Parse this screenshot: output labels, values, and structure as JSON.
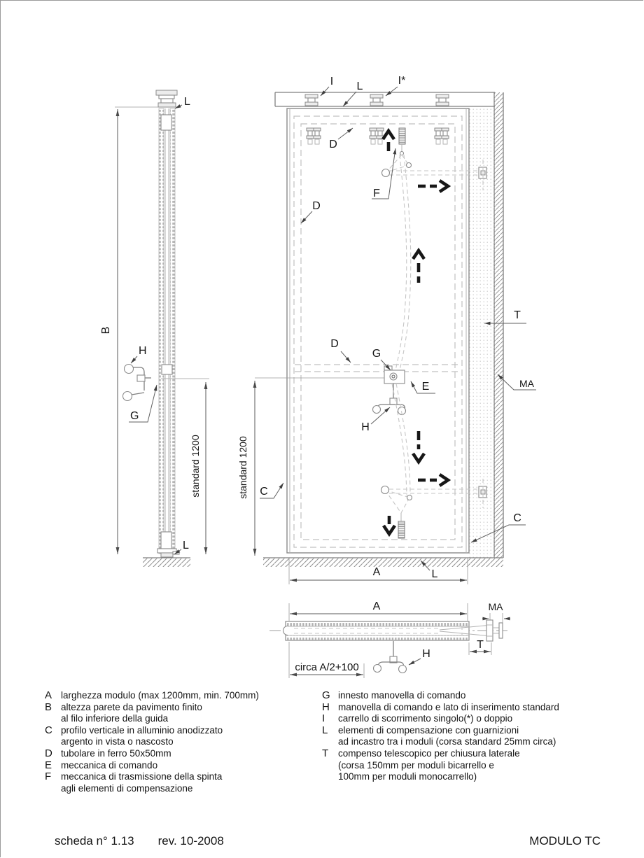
{
  "colors": {
    "paper": "#ffffff",
    "ink": "#141414",
    "line_gray": "#8a8a8a",
    "dash_gray": "#c0c0c0"
  },
  "callouts": {
    "side": {
      "l_top": "L",
      "b": "B",
      "h": "H",
      "g": "G",
      "std": "standard 1200",
      "l_bottom": "L"
    },
    "front": {
      "i": "I",
      "l_top": "L",
      "i_star": "I*",
      "d_top": "D",
      "d_left": "D",
      "f": "F",
      "d_mid": "D",
      "g": "G",
      "e": "E",
      "h": "H",
      "t": "T",
      "ma": "MA",
      "c_left": "C",
      "c_right": "C",
      "std": "standard 1200",
      "a": "A",
      "l_bottom": "L"
    },
    "plan": {
      "a": "A",
      "ma": "MA",
      "t": "T",
      "h": "H",
      "half": "circa A/2+100"
    }
  },
  "legend": {
    "left": [
      {
        "key": "A",
        "lines": [
          "larghezza modulo (max 1200mm, min. 700mm)"
        ]
      },
      {
        "key": "B",
        "lines": [
          "altezza parete da pavimento finito",
          "al filo inferiore della guida"
        ]
      },
      {
        "key": "C",
        "lines": [
          "profilo verticale in alluminio anodizzato",
          "argento in vista o nascosto"
        ]
      },
      {
        "key": "D",
        "lines": [
          "tubolare in ferro 50x50mm"
        ]
      },
      {
        "key": "E",
        "lines": [
          "meccanica di comando"
        ]
      },
      {
        "key": "F",
        "lines": [
          "meccanica di trasmissione della spinta",
          "agli elementi di compensazione"
        ]
      }
    ],
    "right": [
      {
        "key": "G",
        "lines": [
          "innesto manovella di comando"
        ]
      },
      {
        "key": "H",
        "lines": [
          "manovella di comando e lato di inserimento standard"
        ]
      },
      {
        "key": "I",
        "lines": [
          "carrello di scorrimento singolo(*) o doppio"
        ]
      },
      {
        "key": "L",
        "lines": [
          "elementi di compensazione con guarnizioni",
          "ad incastro tra i moduli (corsa standard 25mm circa)"
        ]
      },
      {
        "key": "T",
        "lines": [
          "compenso telescopico per chiusura laterale",
          "(corsa 150mm per moduli bicarrello e",
          "100mm per moduli monocarrello)"
        ]
      }
    ]
  },
  "footer": {
    "sheet": "scheda n° 1.13",
    "revision": "rev. 10-2008",
    "product": "MODULO TC"
  }
}
